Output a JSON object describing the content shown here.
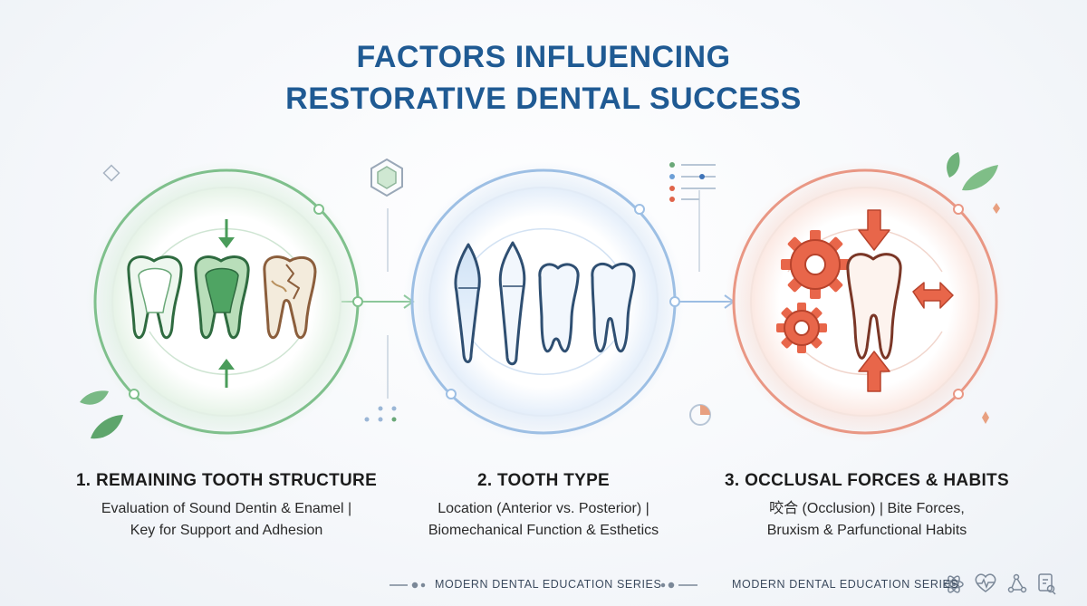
{
  "title": {
    "line1": "FACTORS INFLUENCING",
    "line2": "RESTORATIVE DENTAL SUCCESS"
  },
  "factors": [
    {
      "heading": "1. REMAINING TOOTH STRUCTURE",
      "line1": "Evaluation of Sound Dentin & Enamel |",
      "line2": "Key for Support and Adhesion",
      "accent": "#5fae6e",
      "icon": "tooth-structure-icon"
    },
    {
      "heading": "2. TOOTH TYPE",
      "line1": "Location (Anterior vs. Posterior) |",
      "line2": "Biomechanical Function & Esthetics",
      "accent": "#6d9fd6",
      "icon": "tooth-type-icon"
    },
    {
      "heading": "3. OCCLUSAL FORCES & HABITS",
      "line1": "咬合 (Occlusion) | Bite Forces,",
      "line2": "Bruxism & Parfunctional Habits",
      "accent": "#e0644a",
      "icon": "occlusal-forces-icon"
    }
  ],
  "footer": {
    "center": "MODERN DENTAL EDUCATION SERIES",
    "right": "MODERN DENTAL EDUCATION SERIES",
    "icons": [
      "atom-icon",
      "heart-pulse-icon",
      "network-icon",
      "clipboard-search-icon"
    ]
  }
}
